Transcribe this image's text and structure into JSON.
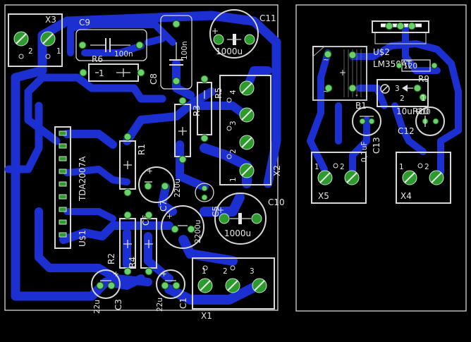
{
  "board": {
    "colors": {
      "background": "#000000",
      "copper": "#1c2fd0",
      "silkscreen": "#d8d8d8",
      "pad": "#2c9a2c",
      "outline": "#bdbdbd"
    }
  },
  "components": {
    "X3": "X3",
    "X3_pin2": "2",
    "X3_pin1": "1",
    "C9": "C9",
    "C9_val": "100n",
    "R6": "R6",
    "R6_val": "1",
    "C8": "C8",
    "C8_val": "100n",
    "C11": "C11",
    "C11_val": "1000u",
    "X2": "X2",
    "X2_pin1": "1",
    "X2_pin2": "2",
    "X2_pin3": "3",
    "X2_pin4": "4",
    "R5": "R5",
    "R3": "R3",
    "R1": "R1",
    "IC1": "TDA2007A",
    "IC1_ref": "U$1",
    "C7": "C7",
    "C7_val": "220u",
    "C6": "C6",
    "C6_val": "2200u",
    "C5": "C5",
    "C10": "C10",
    "C10_val": "1000u",
    "R2": "R2",
    "R4": "R4",
    "C3": "C3",
    "C3_val": "22u",
    "C1": "C1",
    "C1_val": "22u",
    "X1": "X1",
    "X1_pin1": "1",
    "X1_pin2": "2",
    "X1_pin3": "3",
    "U2": "U$2",
    "U2_val": "LM350AT",
    "R9": "R9",
    "R10": "R10",
    "B1": "B1",
    "C13": "C13",
    "C13_val": "0,1uF",
    "C12": "C12",
    "C12_val": "10uR10",
    "trim_pin3": "3",
    "trim_pin2": "2",
    "trim_pin1": "1",
    "X5": "X5",
    "X5_pin1": "1",
    "X5_pin2": "2",
    "X4": "X4",
    "X4_pin1": "1",
    "X4_pin2": "2"
  }
}
